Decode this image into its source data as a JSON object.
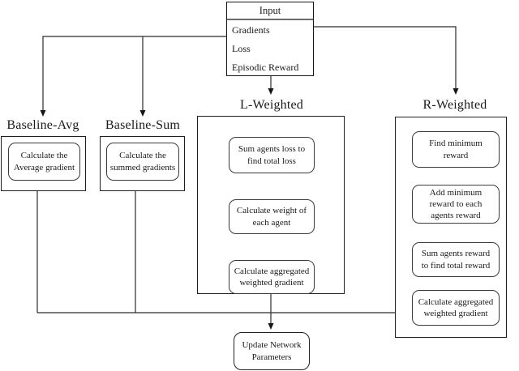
{
  "input": {
    "title": "Input",
    "items": [
      "Gradients",
      "Loss",
      "Episodic Reward"
    ]
  },
  "columns": [
    {
      "title": "Baseline-Avg",
      "steps": [
        "Calculate the Average gradient"
      ]
    },
    {
      "title": "Baseline-Sum",
      "steps": [
        "Calculate the summed gradients"
      ]
    },
    {
      "title": "L-Weighted",
      "steps": [
        "Sum agents loss to find total loss",
        "Calculate weight of each agent",
        "Calculate aggregated weighted gradient"
      ]
    },
    {
      "title": "R-Weighted",
      "steps": [
        "Find minimum reward",
        "Add minimum reward to each agents reward",
        "Sum agents reward to find total reward",
        "Calculate aggregated weighted gradient"
      ]
    }
  ],
  "output": {
    "label": "Update Network Parameters"
  },
  "colors": {
    "line": "#2b2b2b",
    "border": "#1f1f1f",
    "background": "#ffffff"
  }
}
